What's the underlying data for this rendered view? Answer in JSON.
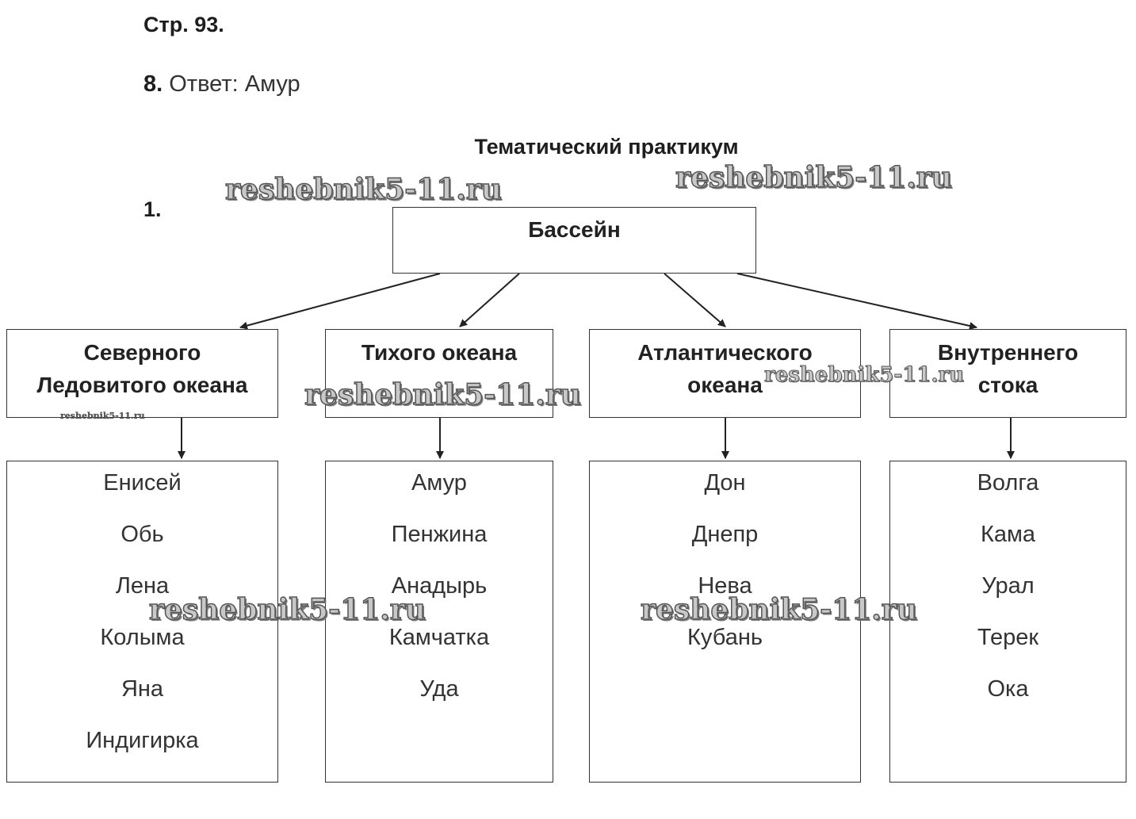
{
  "page_header": "Стр. 93.",
  "answer": {
    "number": "8.",
    "text": "Ответ: Амур"
  },
  "section_title": "Тематический практикум",
  "task_number": "1.",
  "diagram": {
    "root": "Бассейн",
    "categories": [
      {
        "line1": "Северного",
        "line2": "Ледовитого океана",
        "rivers": [
          "Енисей",
          "Обь",
          "Лена",
          "Колыма",
          "Яна",
          "Индигирка"
        ]
      },
      {
        "line1": "Тихого океана",
        "line2": "",
        "rivers": [
          "Амур",
          "Пенжина",
          "Анадырь",
          "Камчатка",
          "Уда"
        ]
      },
      {
        "line1": "Атлантического",
        "line2": "океана",
        "rivers": [
          "Дон",
          "Днепр",
          "Нева",
          "Кубань"
        ]
      },
      {
        "line1": "Внутреннего",
        "line2": "стока",
        "rivers": [
          "Волга",
          "Кама",
          "Урал",
          "Терек",
          "Ока"
        ]
      }
    ]
  },
  "watermark_text": "reshebnik5-11.ru"
}
